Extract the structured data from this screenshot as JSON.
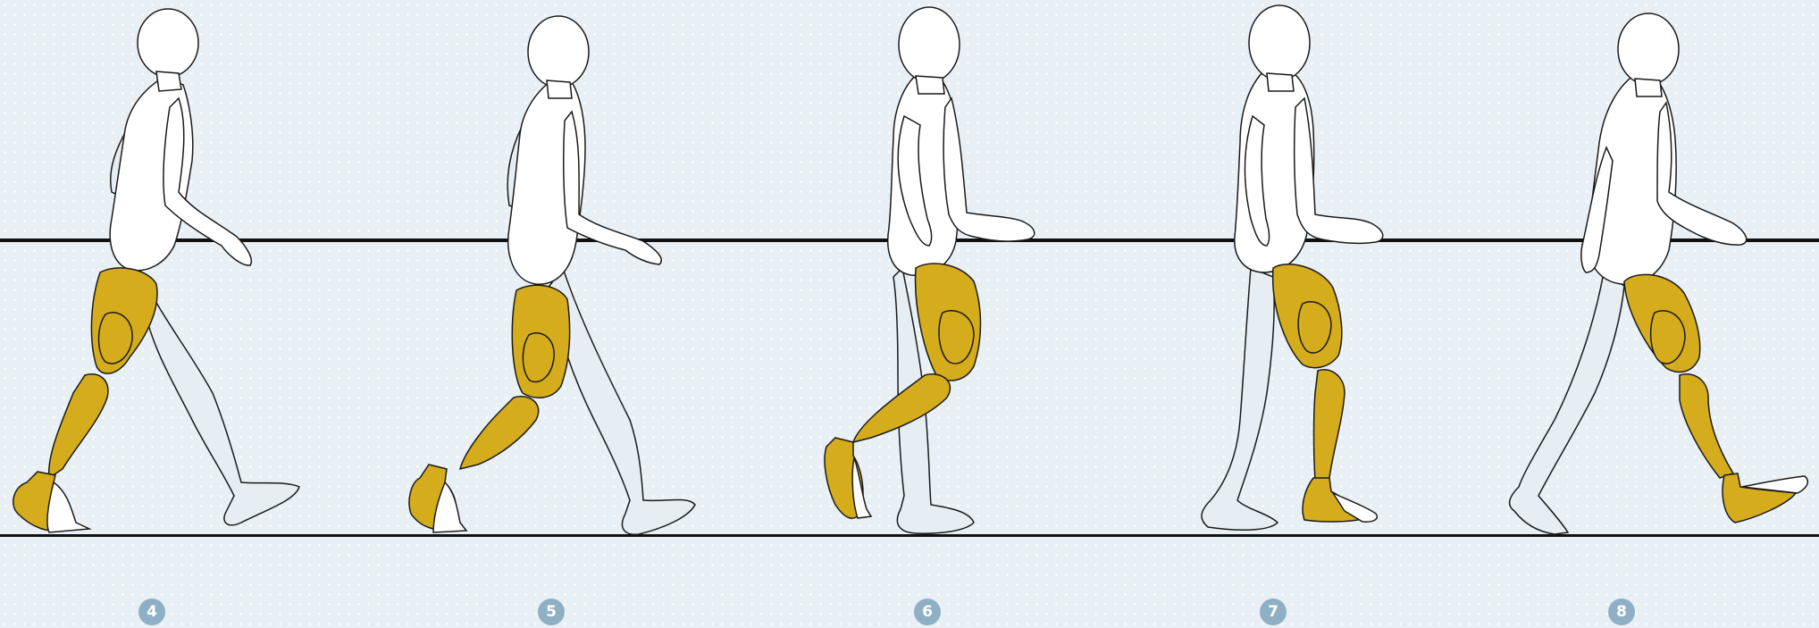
{
  "steps": [
    {
      "label": "4"
    },
    {
      "label": "5"
    },
    {
      "label": "6"
    },
    {
      "label": "7"
    },
    {
      "label": "8"
    }
  ],
  "colors": {
    "background": "#e8f0f5",
    "prosthetic": "#d4ac1c",
    "body": "#ffffff",
    "back_limb": "#e6eef3",
    "outline": "#1a1a1a",
    "badge": "#8fb0c4",
    "badge_text": "#ffffff"
  }
}
